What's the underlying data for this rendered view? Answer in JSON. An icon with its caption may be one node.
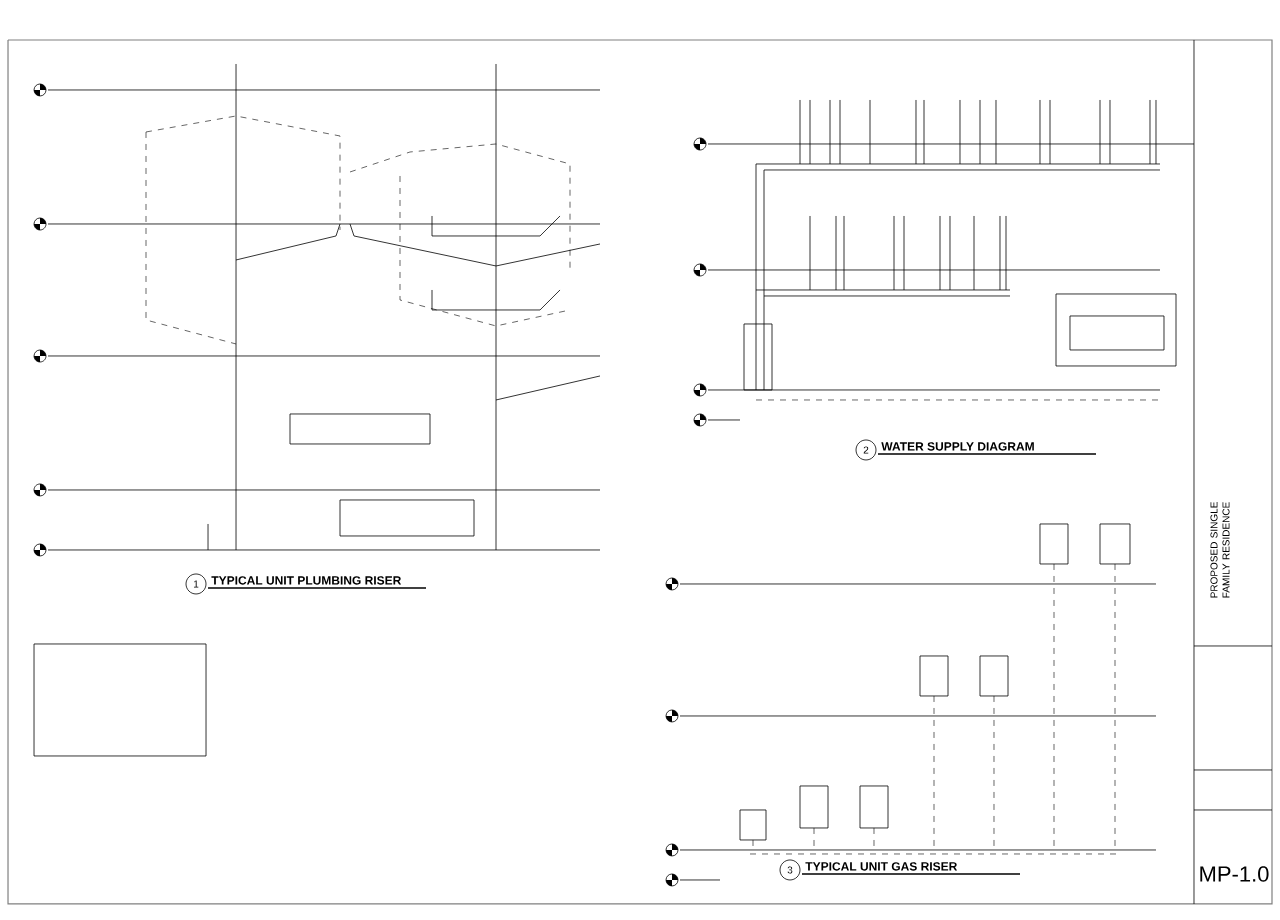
{
  "diagram": {
    "labels": [
      "1",
      "TYPICAL UNIT PLUMBING RISER",
      "2",
      "WATER SUPPLY DIAGRAM",
      "3",
      "TYPICAL UNIT GAS RISER",
      "PROPOSED SINGLE FAMILY RESIDENCE",
      "MP-1.0"
    ]
  }
}
